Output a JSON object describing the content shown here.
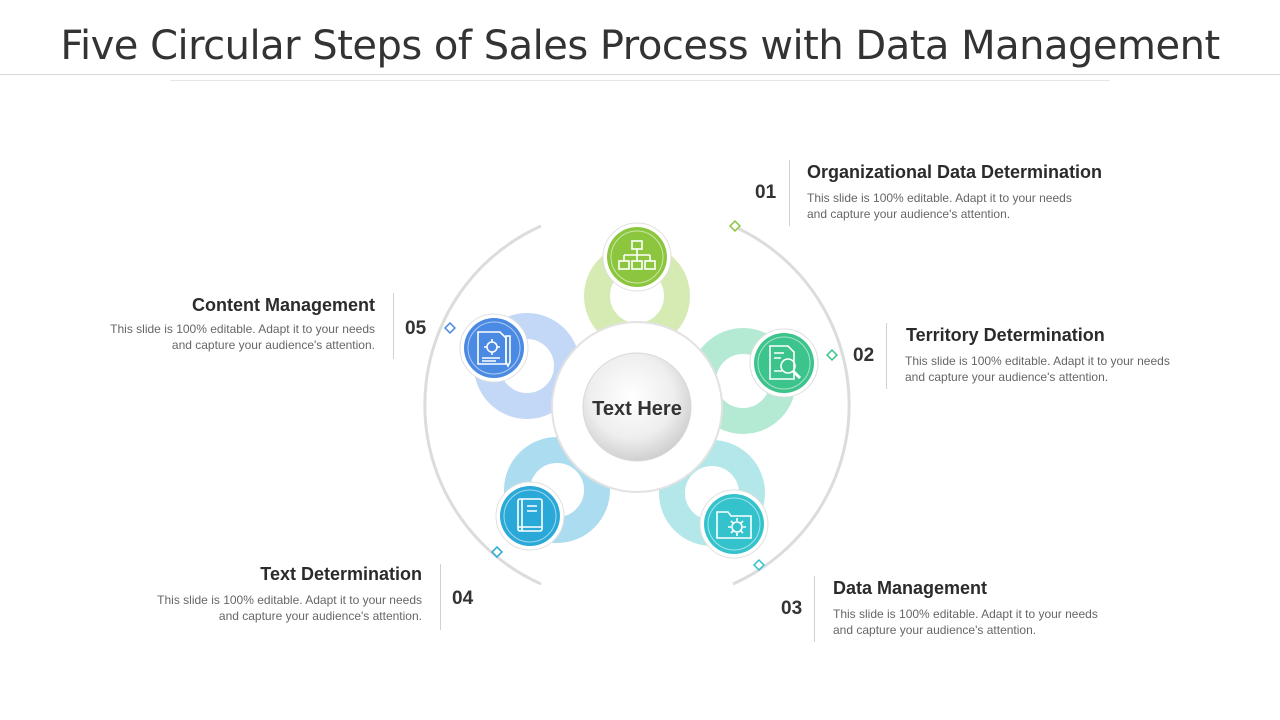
{
  "title": "Five Circular Steps of Sales Process with Data Management",
  "center": {
    "label": "Text Here"
  },
  "steps": [
    {
      "number": "01",
      "title": "Organizational Data Determination",
      "description": "This slide is 100% editable. Adapt it to your needs and capture your audience's attention.",
      "icon": "org-chart-icon",
      "color": "#8cc63f",
      "ring_color": "#d6ebb4"
    },
    {
      "number": "02",
      "title": "Territory Determination",
      "description": "This slide is 100% editable. Adapt it to your needs and capture your audience's attention.",
      "icon": "document-search-icon",
      "color": "#3dc38c",
      "ring_color": "#b4ead3"
    },
    {
      "number": "03",
      "title": "Data Management",
      "description": "This slide is 100% editable. Adapt it to your needs and capture your audience's attention.",
      "icon": "folder-gear-icon",
      "color": "#34c3cc",
      "ring_color": "#b3e7ea"
    },
    {
      "number": "04",
      "title": "Text Determination",
      "description": "This slide is 100% editable. Adapt it to your needs and capture your audience's attention.",
      "icon": "book-icon",
      "color": "#2aa8d8",
      "ring_color": "#acdcf0"
    },
    {
      "number": "05",
      "title": "Content Management",
      "description": "This slide is 100% editable. Adapt it to your needs and capture your audience's attention.",
      "icon": "document-gear-icon",
      "color": "#4a8ae3",
      "ring_color": "#c3d8f6"
    }
  ]
}
